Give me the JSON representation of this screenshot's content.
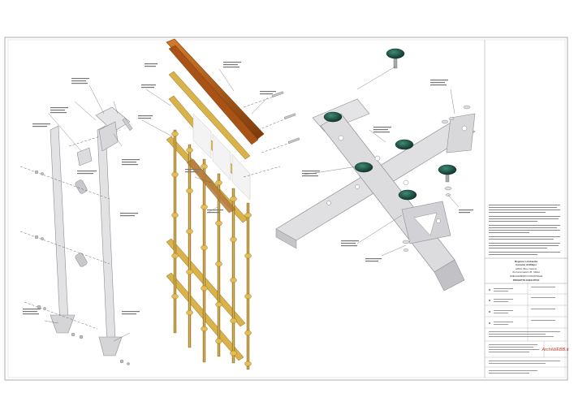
{
  "title_block": {
    "line1": "Regione Lombardia",
    "line2": "Comune di Milano",
    "line3": "edificio Villa e Cascina",
    "line4": "Via Conservatorio 45 - Milano",
    "line5": "ADEGUAMENTO FUNZIONALE",
    "line6": "PROGETTO ESECUTIVO",
    "logo_text": "ArchiWEBB.it"
  },
  "colors": {
    "frame": "#9a9a9a",
    "steel": "#d9d9dc",
    "steel_edge": "#8f8f95",
    "brass": "#c9a23a",
    "brass_dark": "#8a6a1c",
    "wood": "#c0651a",
    "wood_dark": "#7a3a0c",
    "cap": "#1f5a4a",
    "cap_dark": "#0e2f27",
    "leader": "#555555"
  }
}
